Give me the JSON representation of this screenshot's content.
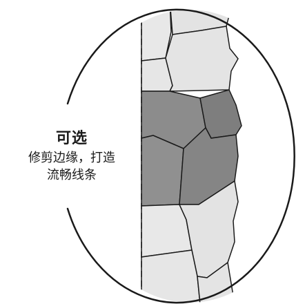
{
  "caption": {
    "title": "可选",
    "line1": "修剪边缘，打造",
    "line2": "流畅线条"
  },
  "colors": {
    "light_stone": "#e6e6e6",
    "dark_stone": "#8a8a8a",
    "outline": "#1a1a1a",
    "background": "#ffffff"
  }
}
